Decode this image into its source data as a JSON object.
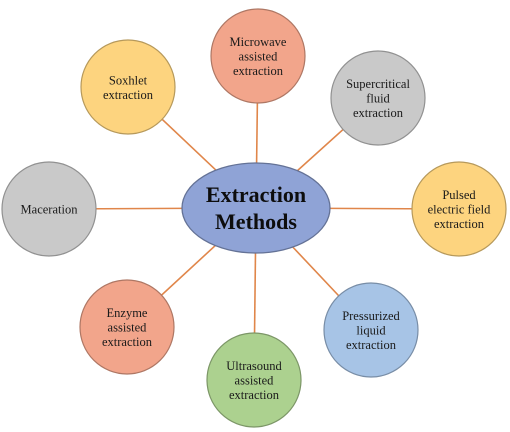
{
  "center": {
    "lines": [
      "Extraction",
      "Methods"
    ],
    "color": "#8fa3d6"
  },
  "methods": [
    {
      "key": "microwave",
      "lines": [
        "Microwave",
        "assisted",
        "extraction"
      ],
      "color": "#f2a58b"
    },
    {
      "key": "supercritical",
      "lines": [
        "Supercritical",
        "fluid",
        "extraction"
      ],
      "color": "#c9c9c9"
    },
    {
      "key": "pulsed",
      "lines": [
        "Pulsed",
        "electric field",
        "extraction"
      ],
      "color": "#fdd47f"
    },
    {
      "key": "pressurized",
      "lines": [
        "Pressurized",
        "liquid",
        "extraction"
      ],
      "color": "#a7c4e6"
    },
    {
      "key": "ultrasound",
      "lines": [
        "Ultrasound",
        "assisted",
        "extraction"
      ],
      "color": "#acd18f"
    },
    {
      "key": "enzyme",
      "lines": [
        "Enzyme",
        "assisted",
        "extraction"
      ],
      "color": "#f2a58b"
    },
    {
      "key": "maceration",
      "lines": [
        "Maceration"
      ],
      "color": "#c9c9c9"
    },
    {
      "key": "soxhlet",
      "lines": [
        "Soxhlet",
        "extraction"
      ],
      "color": "#fdd47f"
    }
  ],
  "spoke_color": "#e0864a"
}
